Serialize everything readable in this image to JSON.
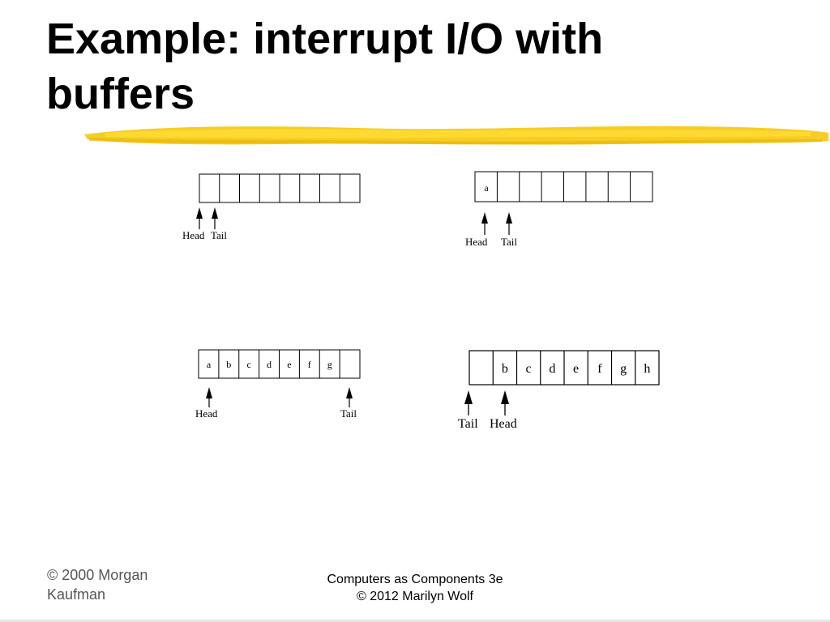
{
  "slide": {
    "title_line1": "Example: interrupt I/O with",
    "title_line2": "buffers",
    "accent_color": "#f5c400"
  },
  "diagrams": [
    {
      "cells": [
        "",
        "",
        "",
        "",
        "",
        "",
        "",
        ""
      ],
      "head_label": "Head",
      "tail_label": "Tail"
    },
    {
      "cells": [
        "a",
        "",
        "",
        "",
        "",
        "",
        "",
        ""
      ],
      "head_label": "Head",
      "tail_label": "Tail"
    },
    {
      "cells": [
        "a",
        "b",
        "c",
        "d",
        "e",
        "f",
        "g",
        ""
      ],
      "head_label": "Head",
      "tail_label": "Tail"
    },
    {
      "cells": [
        "",
        "b",
        "c",
        "d",
        "e",
        "f",
        "g",
        "h"
      ],
      "head_label": "Head",
      "tail_label": "Tail"
    }
  ],
  "footer": {
    "left_line1": "© 2000 Morgan",
    "left_line2": "Kaufman",
    "center_line1": "Computers as Components 3e",
    "center_line2": "© 2012 Marilyn Wolf"
  }
}
